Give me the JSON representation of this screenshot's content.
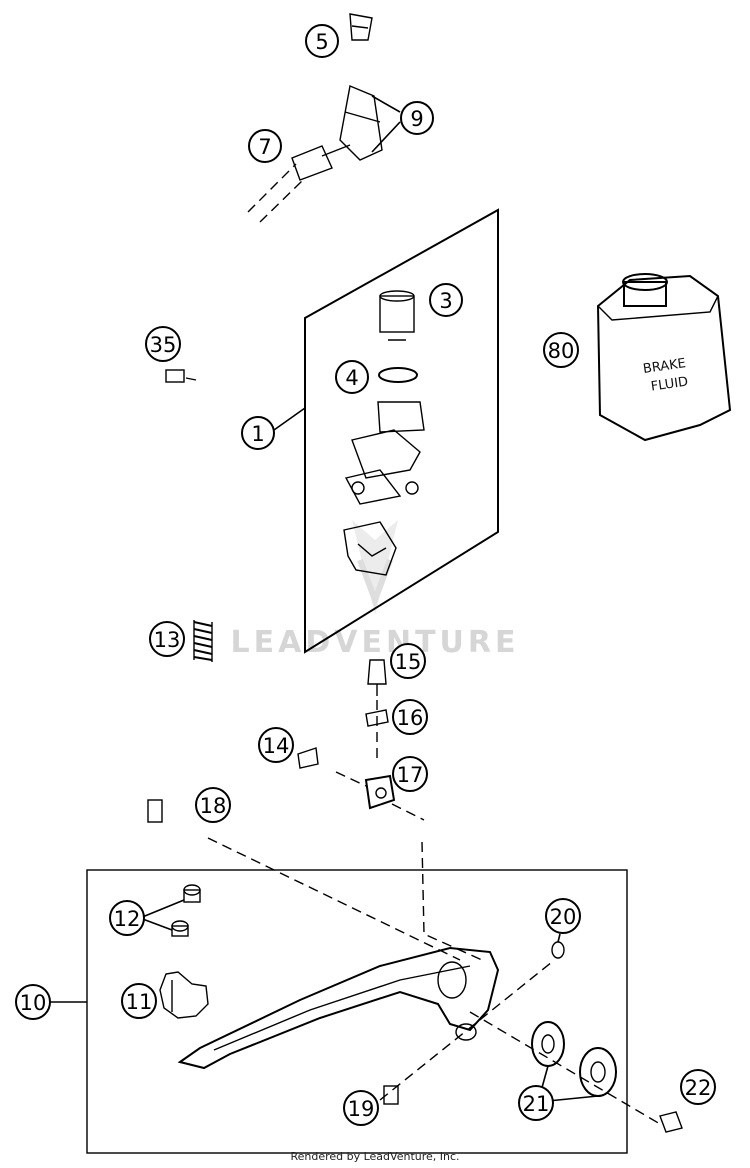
{
  "callouts": [
    {
      "key": "c1",
      "label": "1"
    },
    {
      "key": "c3",
      "label": "3"
    },
    {
      "key": "c4",
      "label": "4"
    },
    {
      "key": "c5",
      "label": "5"
    },
    {
      "key": "c7",
      "label": "7"
    },
    {
      "key": "c9",
      "label": "9"
    },
    {
      "key": "c10",
      "label": "10"
    },
    {
      "key": "c11",
      "label": "11"
    },
    {
      "key": "c12",
      "label": "12"
    },
    {
      "key": "c13",
      "label": "13"
    },
    {
      "key": "c14",
      "label": "14"
    },
    {
      "key": "c15",
      "label": "15"
    },
    {
      "key": "c16",
      "label": "16"
    },
    {
      "key": "c17",
      "label": "17"
    },
    {
      "key": "c18",
      "label": "18"
    },
    {
      "key": "c19",
      "label": "19"
    },
    {
      "key": "c20",
      "label": "20"
    },
    {
      "key": "c21",
      "label": "21"
    },
    {
      "key": "c22",
      "label": "22"
    },
    {
      "key": "c35",
      "label": "35"
    },
    {
      "key": "c80",
      "label": "80"
    }
  ],
  "brake_fluid_jug": {
    "line1": "BRAKE",
    "line2": "FLUID"
  },
  "watermark": {
    "brand": "LEADVENTURE"
  },
  "footer": {
    "credit": "Rendered by LeadVenture, Inc."
  }
}
